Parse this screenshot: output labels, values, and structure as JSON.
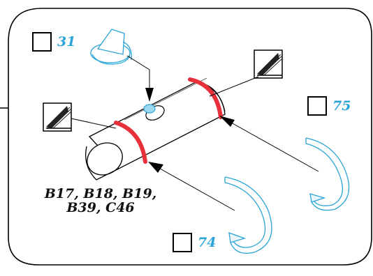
{
  "callouts": [
    {
      "id": "cap",
      "number": "31"
    },
    {
      "id": "clip-right",
      "number": "75"
    },
    {
      "id": "clip-left",
      "number": "74"
    }
  ],
  "model_codes": [
    "B17, B18, B19,",
    "B39, C46"
  ],
  "icons": {
    "return": "return-arrow-icon",
    "lubricant": "grease-brush-icon"
  },
  "colors": {
    "frame": "#000000",
    "part_accent": "#2aa4d8",
    "ring": "#e8303a",
    "text": "#111111"
  }
}
